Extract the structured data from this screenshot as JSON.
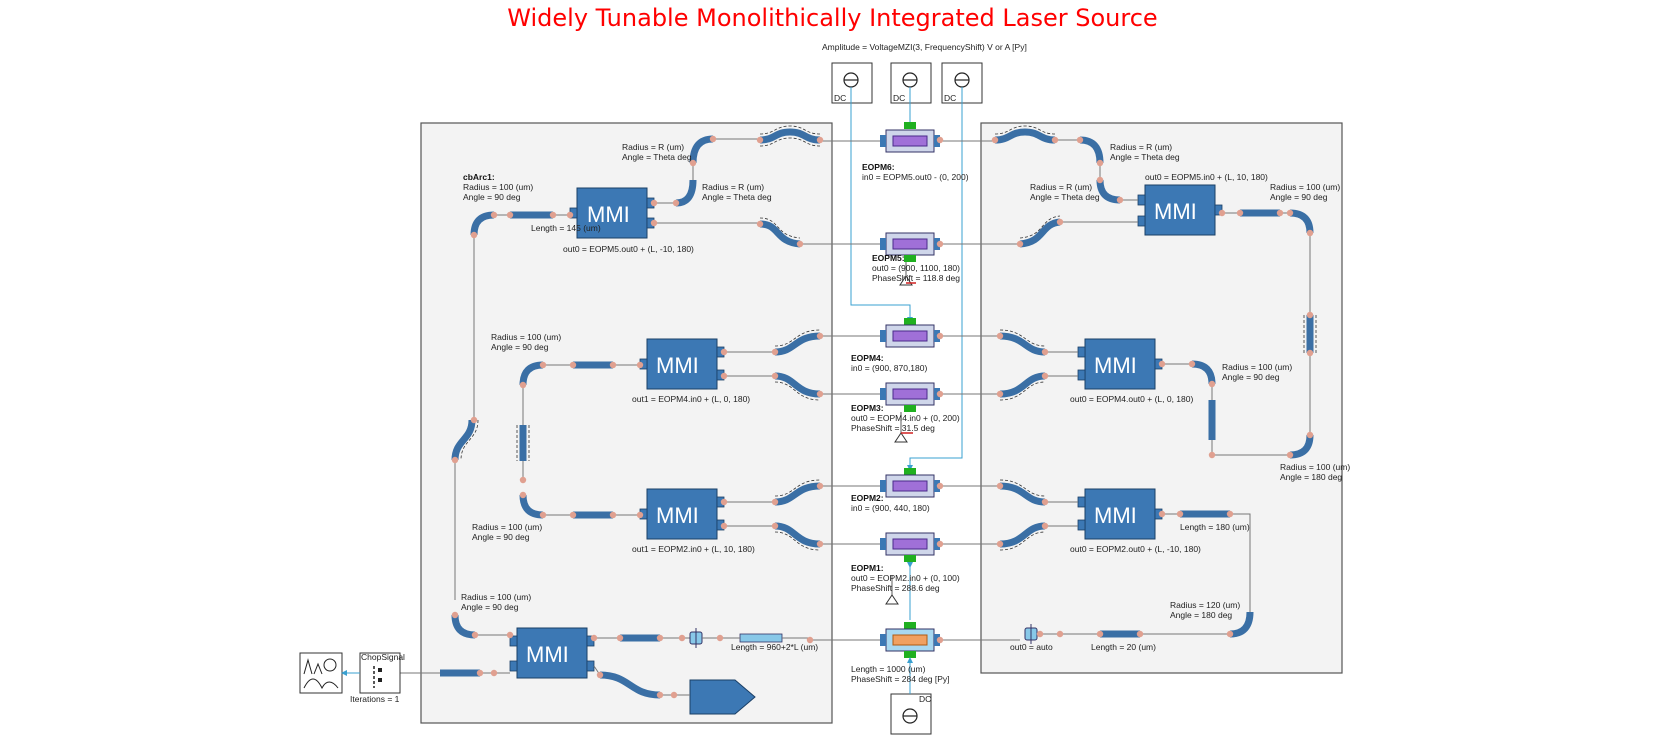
{
  "title": "Widely Tunable Monolithically Integrated Laser Source",
  "colors": {
    "title": "#ff0000",
    "waveguide": "#3a6fa5",
    "mmi": "#3c78b4",
    "port": "#e0a090",
    "modulator": "#a070d8",
    "laser_core": "#f0a060",
    "panel": "#f3f3f3"
  },
  "labels": {
    "top_formula": "Amplitude = VoltageMZI(3, FrequencyShift) V or A [Py]",
    "dc": "DC",
    "mmi": "MMI",
    "arc_name": "cbArc1:",
    "r100": "Radius = 100 (um)",
    "a90": "Angle = 90 deg",
    "a180": "Angle = 180 deg",
    "r120": "Radius = 120 (um)",
    "rR": "Radius = R (um)",
    "aTheta": "Angle = Theta deg",
    "len145": "Length = 145 (um)",
    "len180": "Length = 180 (um)",
    "len20": "Length = 20 (um)",
    "len_main": "Length = 960+2*L (um)",
    "len1000": "Length = 1000 (um)",
    "phase284": "PhaseShift = 284 deg [Py]",
    "out_auto": "out0 = auto",
    "iterations": "Iterations = 1",
    "chopper": "ChopSignal",
    "mmi_top_left": "out0 = EOPM5.out0 + (L, -10, 180)",
    "mmi_top_right": "out0 = EOPM5.in0 + (L, 10, 180)",
    "mmi_mid_left": "out1 = EOPM4.in0 + (L, 0, 180)",
    "mmi_mid_right": "out0 = EOPM4.out0 + (L, 0, 180)",
    "mmi_low_left": "out1 = EOPM2.in0 + (L, 10, 180)",
    "mmi_low_right": "out0 = EOPM2.out0 + (L, -10, 180)"
  },
  "eopm": {
    "e6": {
      "name": "EOPM6:",
      "line1": "in0 = EOPM5.out0 - (0, 200)",
      "line2": ""
    },
    "e5": {
      "name": "EOPM5:",
      "line1": "out0 = (900, 1100, 180)",
      "line2": "PhaseShift = 118.8 deg"
    },
    "e4": {
      "name": "EOPM4:",
      "line1": "in0 = (900, 870,180)",
      "line2": ""
    },
    "e3": {
      "name": "EOPM3:",
      "line1": "out0 = EOPM4.in0 + (0, 200)",
      "line2": "PhaseShift = 31.5 deg"
    },
    "e2": {
      "name": "EOPM2:",
      "line1": "in0 = (900, 440, 180)",
      "line2": ""
    },
    "e1": {
      "name": "EOPM1:",
      "line1": "out0 = EOPM2.in0 + (0, 100)",
      "line2": "PhaseShift = 288.6 deg"
    }
  }
}
